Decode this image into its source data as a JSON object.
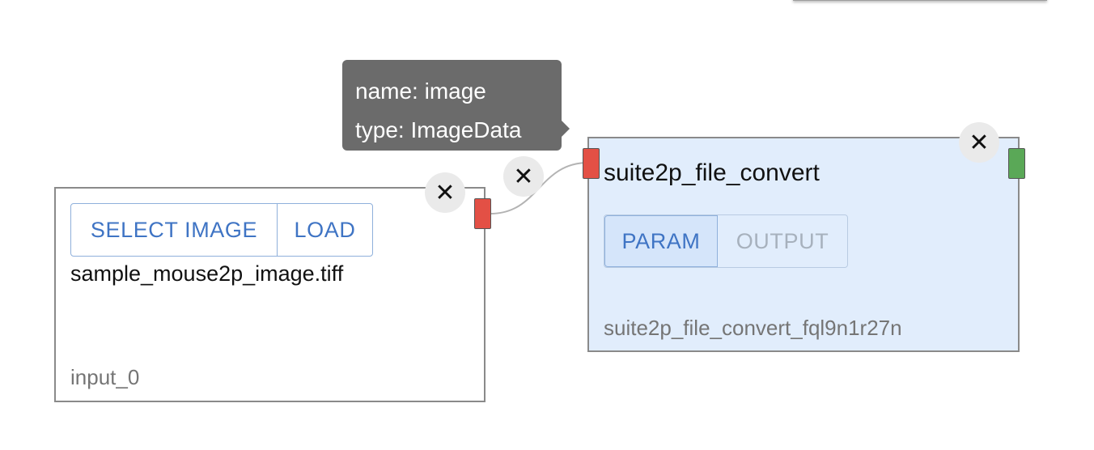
{
  "input_node": {
    "select_button_label": "SELECT IMAGE",
    "load_button_label": "LOAD",
    "file_name": "sample_mouse2p_image.tiff",
    "node_id": "input_0",
    "close_label": "✕"
  },
  "algorithm_node": {
    "title": "suite2p_file_convert",
    "param_tab_label": "PARAM",
    "output_tab_label": "OUTPUT",
    "node_id": "suite2p_file_convert_fql9n1r27n",
    "close_label": "✕"
  },
  "edge": {
    "close_label": "✕"
  },
  "tooltip": {
    "name_line": "name: image",
    "type_line": "type: ImageData"
  },
  "colors": {
    "input_handle": "#e35045",
    "output_handle": "#5aa857",
    "algorithm_background": "#e1edfc",
    "button_text": "#3f74c4"
  }
}
